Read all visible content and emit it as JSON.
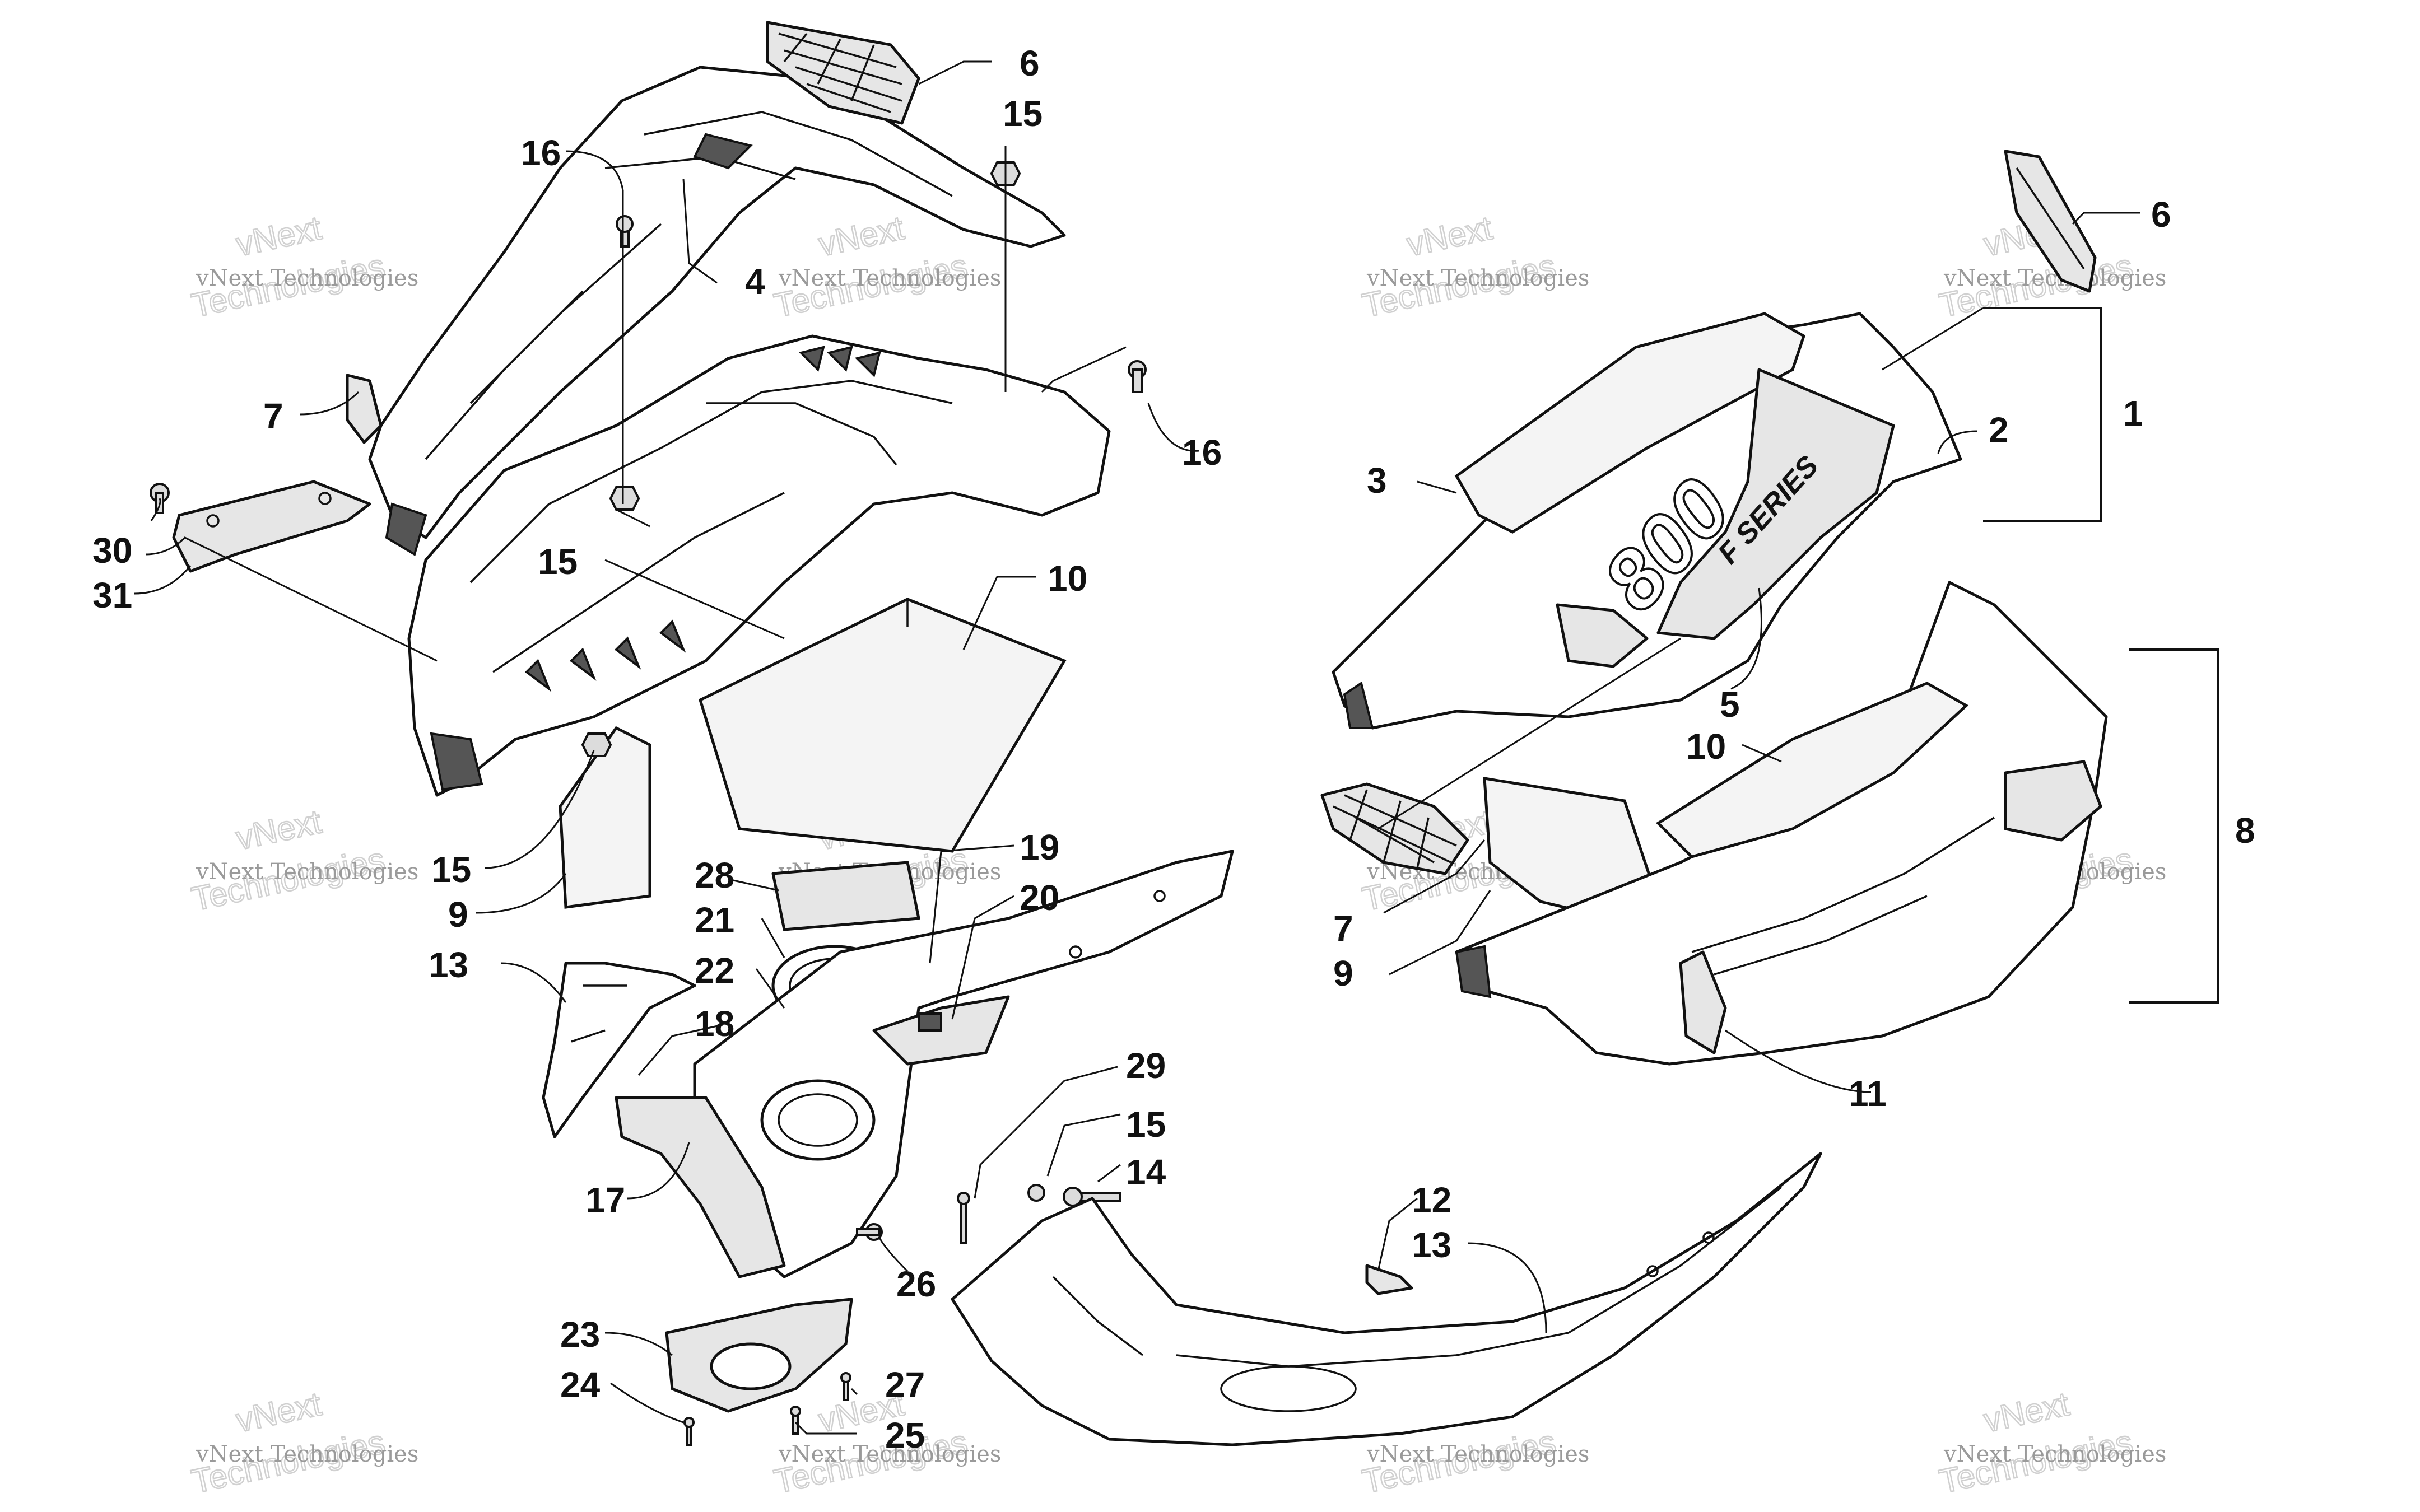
{
  "callouts": {
    "c1": "1",
    "c2": "2",
    "c3": "3",
    "c4": "4",
    "c5": "5",
    "c6a": "6",
    "c6b": "6",
    "c7a": "7",
    "c7b": "7",
    "c8": "8",
    "c9a": "9",
    "c9b": "9",
    "c10a": "10",
    "c10b": "10",
    "c11": "11",
    "c12": "12",
    "c13a": "13",
    "c13b": "13",
    "c14": "14",
    "c15a": "15",
    "c15b": "15",
    "c15c": "15",
    "c15d": "15",
    "c16a": "16",
    "c16b": "16",
    "c17": "17",
    "c18": "18",
    "c19": "19",
    "c20": "20",
    "c21": "21",
    "c22": "22",
    "c23": "23",
    "c24": "24",
    "c25": "25",
    "c26": "26",
    "c27": "27",
    "c28": "28",
    "c29": "29",
    "c30": "30",
    "c31": "31"
  },
  "decal_text": {
    "model": "800",
    "series": "F SERIES"
  },
  "watermark": {
    "line1": "vNext Technologies",
    "line2": "vNext",
    "line3": "Technologies"
  }
}
